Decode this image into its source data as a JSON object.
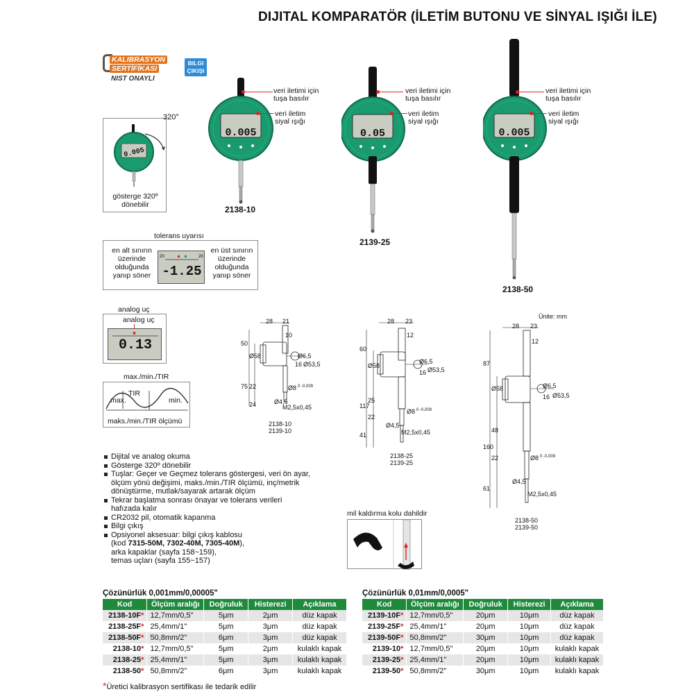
{
  "title": "DIJITAL KOMPARATÖR (İLETİM BUTONU VE SİNYAL IŞIĞI İLE)",
  "badges": {
    "calibration_line1": "KALIBRASYON",
    "calibration_line2": "SERTİFİKASI",
    "nist": "NIST ONAYLI",
    "data_line1": "BILGI",
    "data_line2": "ÇIKIŞI"
  },
  "rotation": {
    "angle": "320°",
    "caption_line1": "gösterge 320º",
    "caption_line2": "dönebilir"
  },
  "tolerance": {
    "title": "tolerans uyarısı",
    "left_lines": [
      "en alt sınırın",
      "üzerinde",
      "olduğunda",
      "yanıp söner"
    ],
    "right_lines": [
      "en üst sınırın",
      "üzerinde",
      "olduğunda",
      "yanıp söner"
    ],
    "display_value": "-1.25"
  },
  "analog": {
    "title": "analog uç",
    "inner_label": "analog uç",
    "display_value": "0.13"
  },
  "maxmin": {
    "title": "max./min./TIR",
    "max": "max.",
    "tir": "TIR",
    "min": "min.",
    "caption": "maks./min./TIR ölçümü"
  },
  "gauges": [
    {
      "model": "2138-10",
      "display": "0.005",
      "label1_line1": "veri iletimi için",
      "label1_line2": "tuşa basılır",
      "label2_line1": "veri iletim",
      "label2_line2": "siyal ışığı"
    },
    {
      "model": "2139-25",
      "display": "0.05",
      "label1_line1": "veri iletimi için",
      "label1_line2": "tuşa basılır",
      "label2_line1": "veri iletim",
      "label2_line2": "siyal ışığı"
    },
    {
      "model": "2138-50",
      "display": "0.005",
      "label1_line1": "veri iletimi için",
      "label1_line2": "tuşa basılır",
      "label2_line1": "veri iletim",
      "label2_line2": "siyal ışığı"
    }
  ],
  "drawings": {
    "unit": "Ünite: mm",
    "d1": {
      "w1": "28",
      "w2": "21",
      "top": "10",
      "h_top": "50",
      "dia58": "Ø58",
      "dia53": "Ø53,5",
      "dia65": "Ø6,5",
      "d16": "16",
      "h75": "75",
      "h22": "22",
      "h24": "24",
      "d8": "Ø8",
      "tol": "0 -0,009",
      "d45": "Ø4,5",
      "thread": "M2,5x0,45",
      "cap1": "2138-10",
      "cap2": "2139-10"
    },
    "d2": {
      "w1": "28",
      "w2": "23",
      "top": "12",
      "h_top": "60",
      "dia58": "Ø58",
      "dia53": "Ø53,5",
      "dia65": "Ø6,5",
      "d16": "16",
      "h117": "117",
      "h25": "25",
      "h22": "22",
      "h41": "41",
      "d8": "Ø8",
      "tol": "0 -0,009",
      "d45": "Ø4,5",
      "thread": "M2,5x0,45",
      "cap1": "2138-25",
      "cap2": "2139-25"
    },
    "d3": {
      "w1": "28",
      "w2": "23",
      "top": "12",
      "h87": "87",
      "dia58": "Ø58",
      "dia53": "Ø53,5",
      "dia65": "Ø6,5",
      "d16": "16",
      "h48": "48",
      "h160": "160",
      "h22": "22",
      "h61": "61",
      "d8": "Ø8",
      "tol": "0 -0,009",
      "d45": "Ø4,5",
      "thread": "M2,5x0,45",
      "cap1": "2138-50",
      "cap2": "2139-50"
    }
  },
  "lift": {
    "title": "mil kaldırma kolu dahildir"
  },
  "features": [
    "Dijital ve analog okuma",
    "Gösterge 320º dönebilir",
    "Tuşlar: Geçer ve Geçmez tolerans göstergesi, veri ön ayar, ölçüm yönü değişimi, maks./min./TIR ölçümü, inç/metrik dönüştürme, mutlak/sayarak artarak ölçüm",
    "Tekrar başlatma sonrası önayar ve tolerans verileri hafızada kalır",
    "CR2032 pil, otomatik kapanma",
    "Bilgi çıkış"
  ],
  "optional": {
    "line1": "Opsiyonel aksesuar: bilgi çıkış kablosu",
    "line2_pre": "(kod ",
    "line2_codes": "7315-50M, 7302-40M, 7305-40M",
    "line2_post": "),",
    "line3": "arka kapaklar (sayfa 158~159),",
    "line4": "temas uçları (sayfa 155~157)"
  },
  "table1": {
    "title": "Çözünürlük 0,001mm/0,00005\"",
    "headers": [
      "Kod",
      "Ölçüm aralığı",
      "Doğruluk",
      "Histerezi",
      "Açıklama"
    ],
    "rows": [
      [
        "2138-10F",
        "12,7mm/0,5\"",
        "5μm",
        "2μm",
        "düz kapak"
      ],
      [
        "2138-25F",
        "25,4mm/1\"",
        "5μm",
        "3μm",
        "düz kapak"
      ],
      [
        "2138-50F",
        "50,8mm/2\"",
        "6μm",
        "3μm",
        "düz kapak"
      ],
      [
        "2138-10",
        "12,7mm/0,5\"",
        "5μm",
        "2μm",
        "kulaklı kapak"
      ],
      [
        "2138-25",
        "25,4mm/1\"",
        "5μm",
        "3μm",
        "kulaklı kapak"
      ],
      [
        "2138-50",
        "50,8mm/2\"",
        "6μm",
        "3μm",
        "kulaklı kapak"
      ]
    ]
  },
  "table2": {
    "title": "Çözünürlük 0,01mm/0,0005\"",
    "headers": [
      "Kod",
      "Ölçüm aralığı",
      "Doğruluk",
      "Histerezi",
      "Açıklama"
    ],
    "rows": [
      [
        "2139-10F",
        "12,7mm/0,5\"",
        "20μm",
        "10μm",
        "düz kapak"
      ],
      [
        "2139-25F",
        "25,4mm/1\"",
        "20μm",
        "10μm",
        "düz kapak"
      ],
      [
        "2139-50F",
        "50,8mm/2\"",
        "30μm",
        "10μm",
        "düz kapak"
      ],
      [
        "2139-10",
        "12,7mm/0,5\"",
        "20μm",
        "10μm",
        "kulaklı kapak"
      ],
      [
        "2139-25",
        "25,4mm/1\"",
        "20μm",
        "10μm",
        "kulaklı kapak"
      ],
      [
        "2139-50",
        "50,8mm/2\"",
        "30μm",
        "10μm",
        "kulaklı kapak"
      ]
    ]
  },
  "star": "*",
  "footnote": "Üretici kalibrasyon sertifikası ile tedarik edilir",
  "colors": {
    "green": "#1f8a3c",
    "gauge_green": "#1a9a6e",
    "red": "#d22222",
    "orange": "#e2731c",
    "blue": "#2d8ad6"
  }
}
